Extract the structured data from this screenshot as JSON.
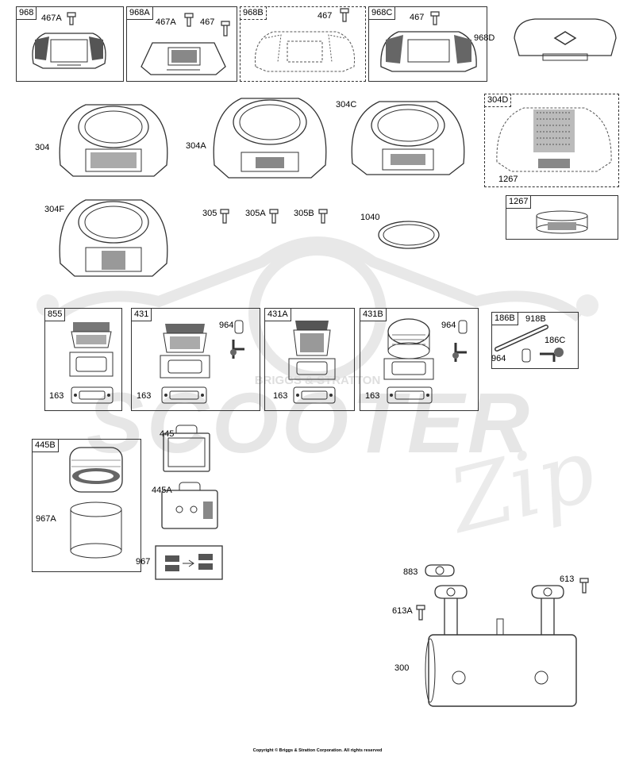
{
  "watermark": {
    "brand": "BRIGGS & STRATTON",
    "main": "SCOOTER",
    "script": "Zip"
  },
  "copyright": "Copyright © Briggs & Stratton Corporation. All rights reserved",
  "boxes": {
    "b968": "968",
    "b968A": "968A",
    "b968B": "968B",
    "b968C": "968C",
    "b304D": "304D",
    "b1267": "1267",
    "b855": "855",
    "b431": "431",
    "b431A": "431A",
    "b431B": "431B",
    "b186B": "186B",
    "b445B": "445B"
  },
  "labels": {
    "p467A_1": "467A",
    "p467A_2": "467A",
    "p467_1": "467",
    "p467_2": "467",
    "p467_3": "467",
    "p968D": "968D",
    "p304": "304",
    "p304A": "304A",
    "p304C": "304C",
    "p1267": "1267",
    "p304F": "304F",
    "p305": "305",
    "p305A": "305A",
    "p305B": "305B",
    "p1040": "1040",
    "p163_1": "163",
    "p163_2": "163",
    "p163_3": "163",
    "p163_4": "163",
    "p964_1": "964",
    "p964_2": "964",
    "p964_3": "964",
    "p918B": "918B",
    "p186C": "186C",
    "p445": "445",
    "p445A": "445A",
    "p967": "967",
    "p967A": "967A",
    "p883": "883",
    "p613": "613",
    "p613A": "613A",
    "p300": "300"
  },
  "colors": {
    "line": "#333333",
    "watermark": "#e9e9e9"
  }
}
